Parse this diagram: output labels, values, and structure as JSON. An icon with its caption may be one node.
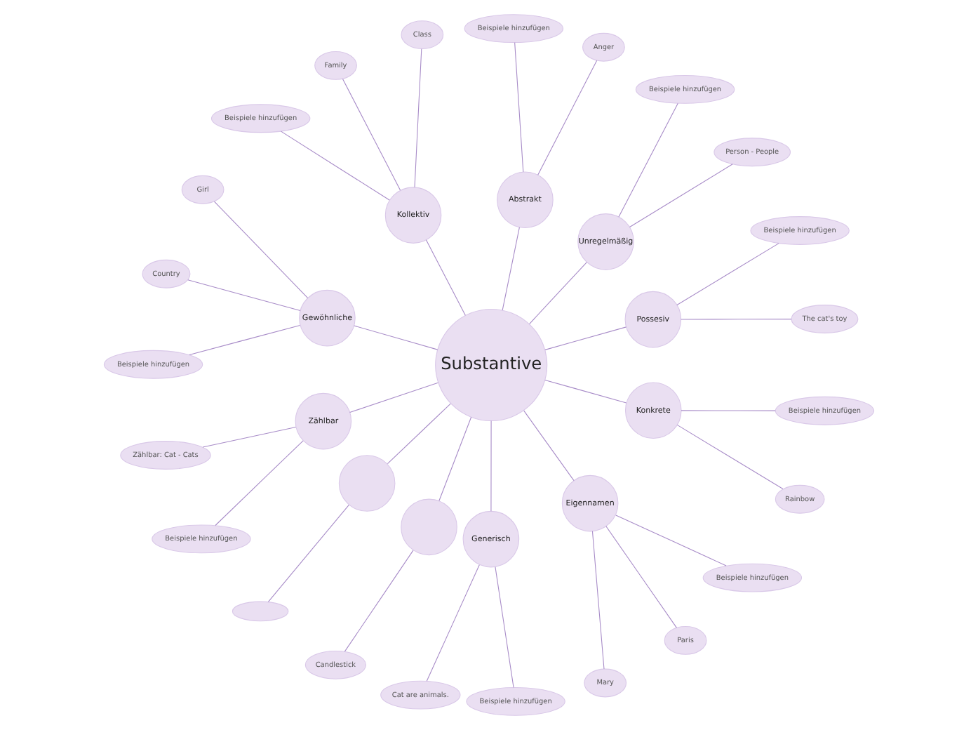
{
  "diagram": {
    "nodes": [
      {
        "text": [
          "Substantive"
        ]
      },
      {
        "text": [
          "Possesiv"
        ]
      },
      {
        "text": [
          "The cat's toy"
        ]
      },
      {
        "text": [
          "Beispiele hinzufügen"
        ]
      },
      {
        "text": [
          "Unregelmäßig"
        ]
      },
      {
        "text": [
          "Person - People"
        ]
      },
      {
        "text": [
          "Beispiele hinzufügen"
        ]
      },
      {
        "text": [
          "Abstrakt"
        ]
      },
      {
        "text": [
          "Anger"
        ]
      },
      {
        "text": [
          "Beispiele hinzufügen"
        ]
      },
      {
        "text": [
          "Kollektiv"
        ]
      },
      {
        "text": [
          "Class"
        ]
      },
      {
        "text": [
          "Family"
        ]
      },
      {
        "text": [
          "Beispiele hinzufügen"
        ]
      },
      {
        "text": [
          "Gewöhnliche"
        ]
      },
      {
        "text": [
          "Girl"
        ]
      },
      {
        "text": [
          "Country"
        ]
      },
      {
        "text": [
          "Beispiele hinzufügen"
        ]
      },
      {
        "text": [
          "Zählbar"
        ]
      },
      {
        "text": [
          "Zählbar: Cat - Cats"
        ]
      },
      {
        "text": [
          "Beispiele hinzufügen"
        ]
      },
      {
        "text": [],
        "shape": "circle"
      },
      {
        "text": [],
        "shape": "ellipse"
      },
      {
        "text": [],
        "shape": "circle"
      },
      {
        "text": [
          "Candlestick"
        ]
      },
      {
        "text": [
          "Generisch"
        ]
      },
      {
        "text": [
          "Cat are animals."
        ]
      },
      {
        "text": [
          "Beispiele hinzufügen"
        ]
      },
      {
        "text": [
          "Eigennamen"
        ]
      },
      {
        "text": [
          "Mary"
        ]
      },
      {
        "text": [
          "Paris"
        ]
      },
      {
        "text": [
          "Beispiele hinzufügen"
        ]
      },
      {
        "text": [
          "Konkrete"
        ]
      },
      {
        "text": [
          "Rainbow"
        ]
      },
      {
        "text": [
          "Beispiele hinzufügen"
        ]
      }
    ],
    "edges": [
      {
        "from": 0,
        "to": 1,
        "arrow": "none"
      },
      {
        "from": 1,
        "to": 2,
        "arrow": "none"
      },
      {
        "from": 1,
        "to": 3,
        "arrow": "none"
      },
      {
        "from": 0,
        "to": 4,
        "arrow": "none"
      },
      {
        "from": 4,
        "to": 5,
        "arrow": "none"
      },
      {
        "from": 4,
        "to": 6,
        "arrow": "none"
      },
      {
        "from": 0,
        "to": 7,
        "arrow": "none"
      },
      {
        "from": 7,
        "to": 8,
        "arrow": "none"
      },
      {
        "from": 7,
        "to": 9,
        "arrow": "none"
      },
      {
        "from": 0,
        "to": 10,
        "arrow": "none"
      },
      {
        "from": 10,
        "to": 11,
        "arrow": "none"
      },
      {
        "from": 10,
        "to": 12,
        "arrow": "none"
      },
      {
        "from": 10,
        "to": 13,
        "arrow": "none"
      },
      {
        "from": 0,
        "to": 14,
        "arrow": "none"
      },
      {
        "from": 14,
        "to": 15,
        "arrow": "none"
      },
      {
        "from": 14,
        "to": 16,
        "arrow": "none"
      },
      {
        "from": 14,
        "to": 17,
        "arrow": "none"
      },
      {
        "from": 0,
        "to": 18,
        "arrow": "none"
      },
      {
        "from": 18,
        "to": 19,
        "arrow": "none"
      },
      {
        "from": 18,
        "to": 20,
        "arrow": "none"
      },
      {
        "from": 0,
        "to": 21,
        "arrow": "none"
      },
      {
        "from": 21,
        "to": 22,
        "arrow": "none"
      },
      {
        "from": 0,
        "to": 23,
        "arrow": "none"
      },
      {
        "from": 23,
        "to": 24,
        "arrow": "none"
      },
      {
        "from": 0,
        "to": 25,
        "arrow": "none"
      },
      {
        "from": 25,
        "to": 26,
        "arrow": "none"
      },
      {
        "from": 25,
        "to": 27,
        "arrow": "none"
      },
      {
        "from": 0,
        "to": 28,
        "arrow": "none"
      },
      {
        "from": 28,
        "to": 29,
        "arrow": "none"
      },
      {
        "from": 28,
        "to": 30,
        "arrow": "none"
      },
      {
        "from": 28,
        "to": 31,
        "arrow": "none"
      },
      {
        "from": 0,
        "to": 32,
        "arrow": "none"
      },
      {
        "from": 32,
        "to": 33,
        "arrow": "none"
      },
      {
        "from": 32,
        "to": 34,
        "arrow": "none"
      }
    ]
  }
}
